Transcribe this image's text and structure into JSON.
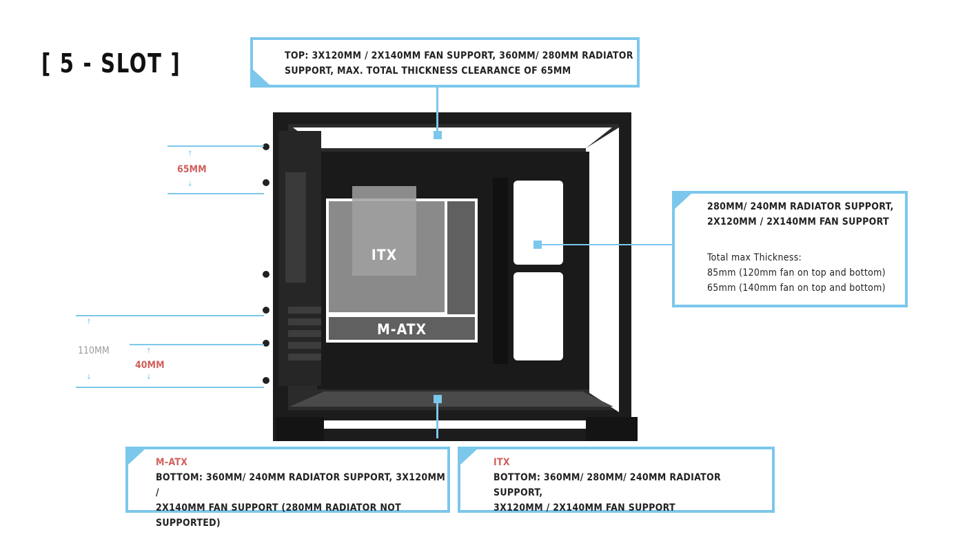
{
  "title": "[ 5 - SLOT ]",
  "top_callout": {
    "lines": [
      "TOP: 3X120MM / 2X140MM FAN SUPPORT, 360MM/ 280MM RADIATOR",
      "SUPPORT, MAX. TOTAL THICKNESS CLEARANCE OF 65MM"
    ]
  },
  "side_callout": {
    "lines": [
      "280MM/ 240MM RADIATOR SUPPORT,",
      "2X120MM / 2X140MM FAN SUPPORT"
    ],
    "thickness_title": "Total max Thickness:",
    "thickness_lines": [
      "85mm (120mm fan on top and bottom)",
      "65mm (140mm fan on top and bottom)"
    ]
  },
  "matx_callout": {
    "heading": "M-ATX",
    "lines": [
      "BOTTOM: 360MM/ 240MM RADIATOR SUPPORT, 3X120MM /",
      "2X140MM FAN SUPPORT (280MM RADIATOR NOT SUPPORTED)"
    ]
  },
  "itx_callout": {
    "heading": "ITX",
    "lines": [
      "BOTTOM: 360MM/ 280MM/ 240MM RADIATOR SUPPORT,",
      "3X120MM / 2X140MM FAN SUPPORT"
    ]
  },
  "measurements": {
    "top_clearance": "65MM",
    "bottom_total": "110MM",
    "bottom_itx": "40MM"
  },
  "case_labels": {
    "itx": "ITX",
    "matx": "M-ATX"
  },
  "colors": {
    "accent": "#7cc7ec",
    "highlight": "#d0605c"
  }
}
